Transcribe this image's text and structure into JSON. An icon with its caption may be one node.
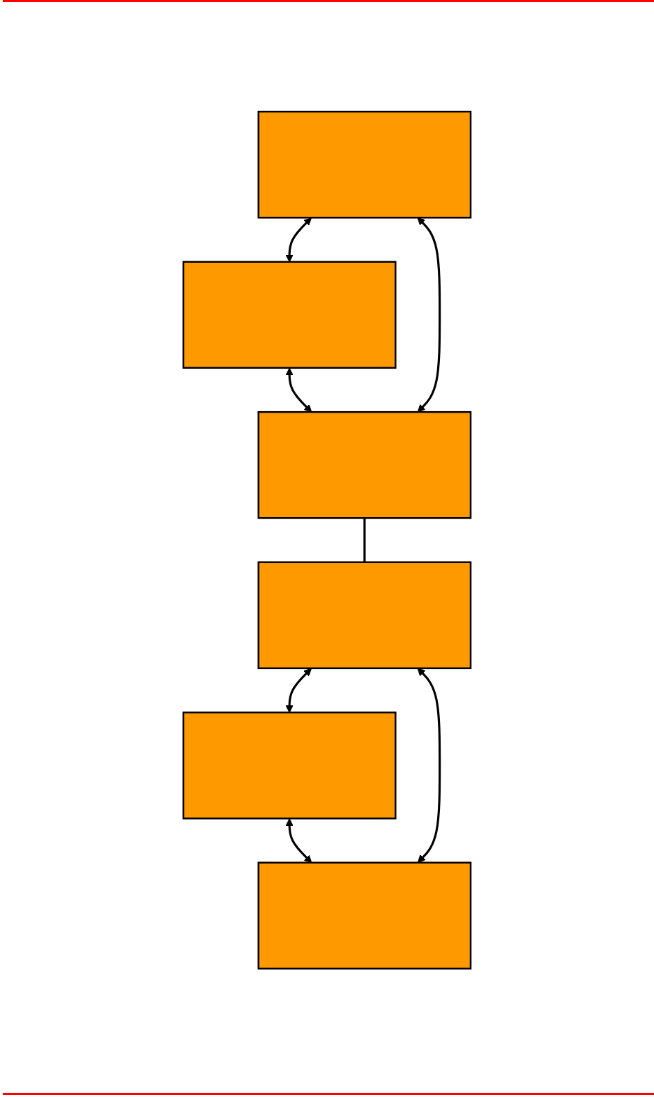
{
  "diagram": {
    "nodes": [
      {
        "text": [],
        "shape": "box"
      },
      {
        "text": [],
        "shape": "box"
      },
      {
        "text": [],
        "shape": "box"
      },
      {
        "text": [],
        "shape": "box"
      },
      {
        "text": [],
        "shape": "box"
      },
      {
        "text": [],
        "shape": "box"
      }
    ],
    "edges": [
      {
        "from": 0,
        "to": 1,
        "arrow": "both"
      },
      {
        "from": 1,
        "to": 2,
        "arrow": "both"
      },
      {
        "from": 2,
        "to": 0,
        "arrow": "both"
      },
      {
        "from": 2,
        "to": 3,
        "arrow": "none"
      },
      {
        "from": 3,
        "to": 4,
        "arrow": "both"
      },
      {
        "from": 4,
        "to": 5,
        "arrow": "both"
      },
      {
        "from": 5,
        "to": 3,
        "arrow": "both"
      }
    ]
  }
}
